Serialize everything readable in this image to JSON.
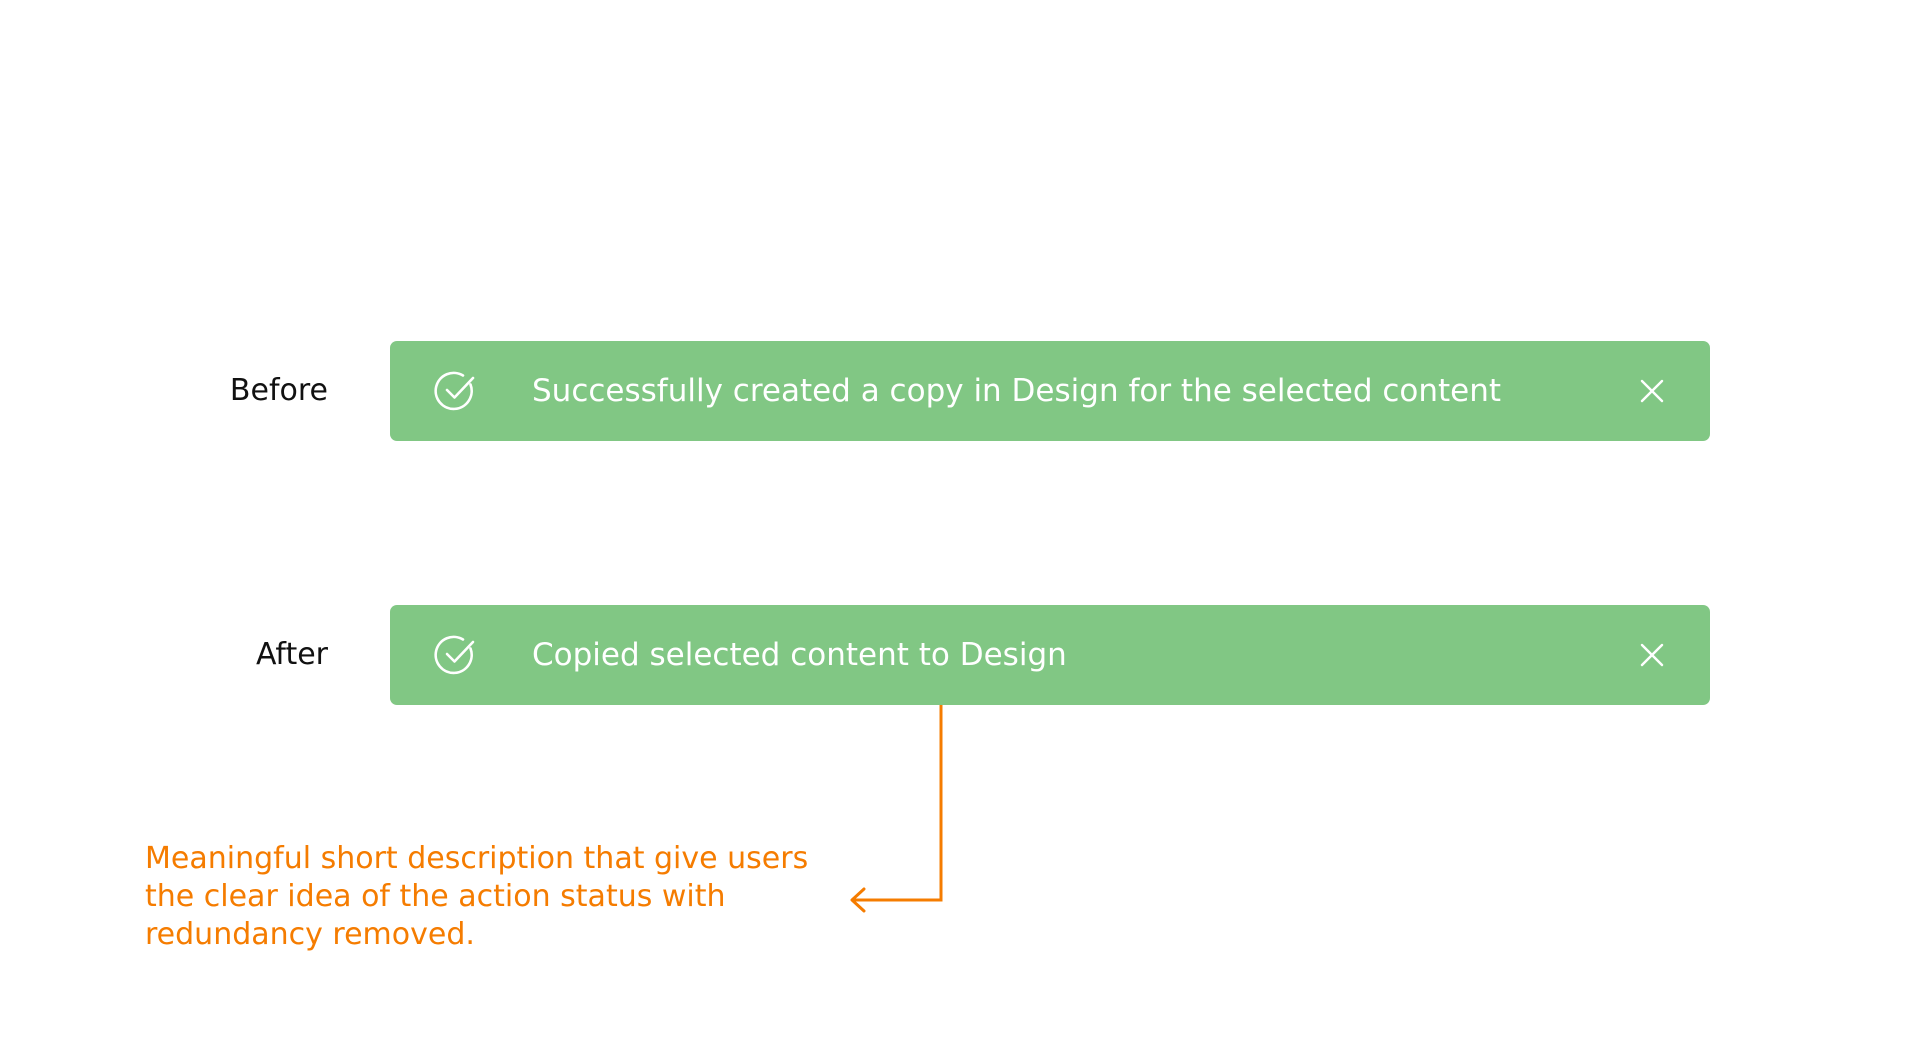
{
  "colors": {
    "toast_bg": "#81c784",
    "toast_fg": "#ffffff",
    "label_fg": "#111111",
    "annotation": "#f57c00",
    "background": "#ffffff"
  },
  "before": {
    "label": "Before",
    "toast": {
      "icon": "check-circle-icon",
      "message": "Successfully created a copy in Design for the selected content",
      "close_icon": "close-icon"
    }
  },
  "after": {
    "label": "After",
    "toast": {
      "icon": "check-circle-icon",
      "message": "Copied selected content to Design",
      "close_icon": "close-icon"
    }
  },
  "annotation": {
    "lines": [
      "Meaningful short description that give users",
      "the clear idea of the action status with",
      "redundancy removed."
    ],
    "arrow_icon": "arrow-left-icon"
  }
}
